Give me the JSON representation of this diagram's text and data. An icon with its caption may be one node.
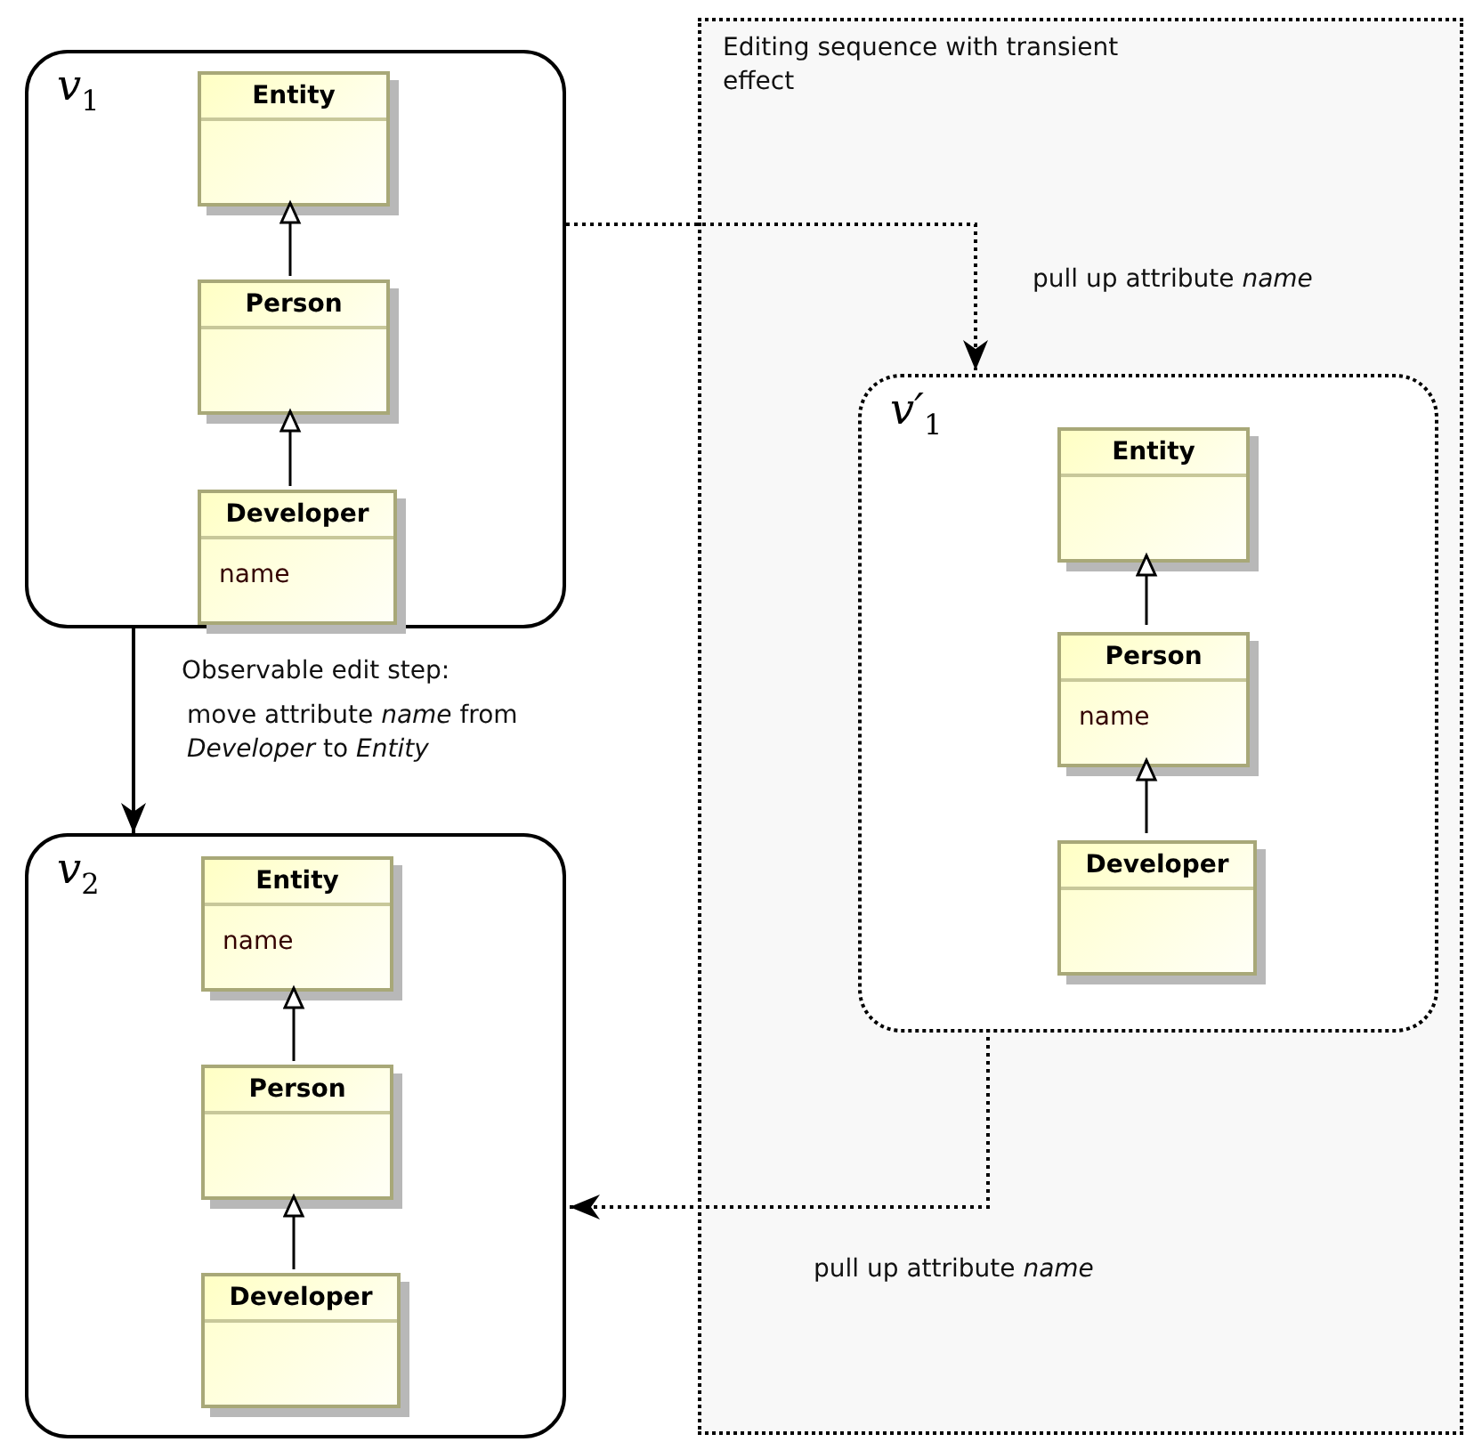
{
  "diagram": {
    "nodes": [
      {
        "text": [
          "v$_{1}$"
        ]
      },
      {
        "text": [
          "Entity"
        ],
        "in": 0
      },
      {
        "text": [
          "Person"
        ],
        "in": 0
      },
      {
        "text": [
          "Developer",
          "name"
        ],
        "in": 0
      },
      {
        "text": [
          "Editing sequence with transient effect"
        ]
      },
      {
        "text": [
          "v′$_{1}$"
        ],
        "in": 4
      },
      {
        "text": [
          "Entity"
        ],
        "in": 5
      },
      {
        "text": [
          "Person",
          "name"
        ],
        "in": 5
      },
      {
        "text": [
          "Developer"
        ],
        "in": 5
      },
      {
        "text": [
          "v$_{2}$"
        ]
      },
      {
        "text": [
          "Entity",
          "name"
        ],
        "in": 9
      },
      {
        "text": [
          "Person"
        ],
        "in": 9
      },
      {
        "text": [
          "Developer"
        ],
        "in": 9
      }
    ],
    "edges": [
      {
        "from": 0,
        "to": 5,
        "arrow": "to",
        "style": "dashed",
        "label": "pull up attribute *name*"
      },
      {
        "from": 0,
        "to": 9,
        "arrow": "to",
        "label": "move attribute *name* from *Developer* to *Entity*"
      },
      {
        "from": 5,
        "to": 9,
        "arrow": "to",
        "style": "dashed",
        "label": "pull up attribute *name*"
      },
      {
        "from": 2,
        "to": 1,
        "arrow": "to"
      },
      {
        "from": 3,
        "to": 2,
        "arrow": "to"
      },
      {
        "from": 7,
        "to": 6,
        "arrow": "to"
      },
      {
        "from": 8,
        "to": 7,
        "arrow": "to"
      },
      {
        "from": 11,
        "to": 10,
        "arrow": "to"
      },
      {
        "from": 12,
        "to": 11,
        "arrow": "to"
      }
    ],
    "labels": [
      "Observable edit step:"
    ]
  }
}
